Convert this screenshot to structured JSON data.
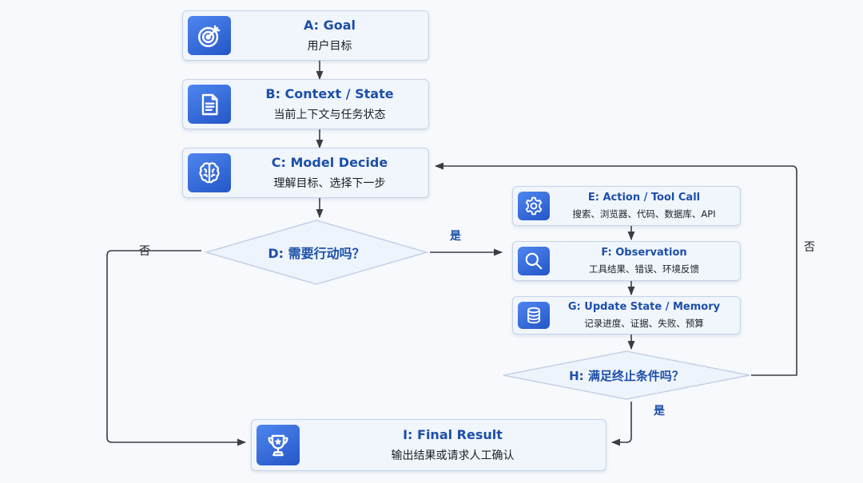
{
  "nodes": {
    "a": {
      "title": "A: Goal",
      "subtitle": "用户目标",
      "icon": "target-icon"
    },
    "b": {
      "title": "B: Context / State",
      "subtitle": "当前上下文与任务状态",
      "icon": "document-icon"
    },
    "c": {
      "title": "C: Model Decide",
      "subtitle": "理解目标、选择下一步",
      "icon": "brain-icon"
    },
    "e": {
      "title": "E: Action / Tool Call",
      "subtitle": "搜索、浏览器、代码、数据库、API",
      "icon": "gear-icon"
    },
    "f": {
      "title": "F: Observation",
      "subtitle": "工具结果、错误、环境反馈",
      "icon": "search-icon"
    },
    "g": {
      "title": "G: Update State / Memory",
      "subtitle": "记录进度、证据、失败、预算",
      "icon": "database-icon"
    },
    "i": {
      "title": "I:  Final Result",
      "subtitle": "输出结果或请求人工确认",
      "icon": "trophy-icon"
    }
  },
  "decisions": {
    "d": {
      "label": "D: 需要行动吗？"
    },
    "h": {
      "label": "H: 满足终止条件吗？"
    }
  },
  "edge_labels": {
    "d_yes": "是",
    "d_no": "否",
    "h_yes": "是",
    "h_no": "否"
  },
  "colors": {
    "accent": "#1d4fa8",
    "icon_gradient_start": "#4f86f0",
    "icon_gradient_end": "#2456c7",
    "node_fill": "#f1f6fd",
    "node_border": "#c6d3e6",
    "connector": "#3a3d44"
  }
}
